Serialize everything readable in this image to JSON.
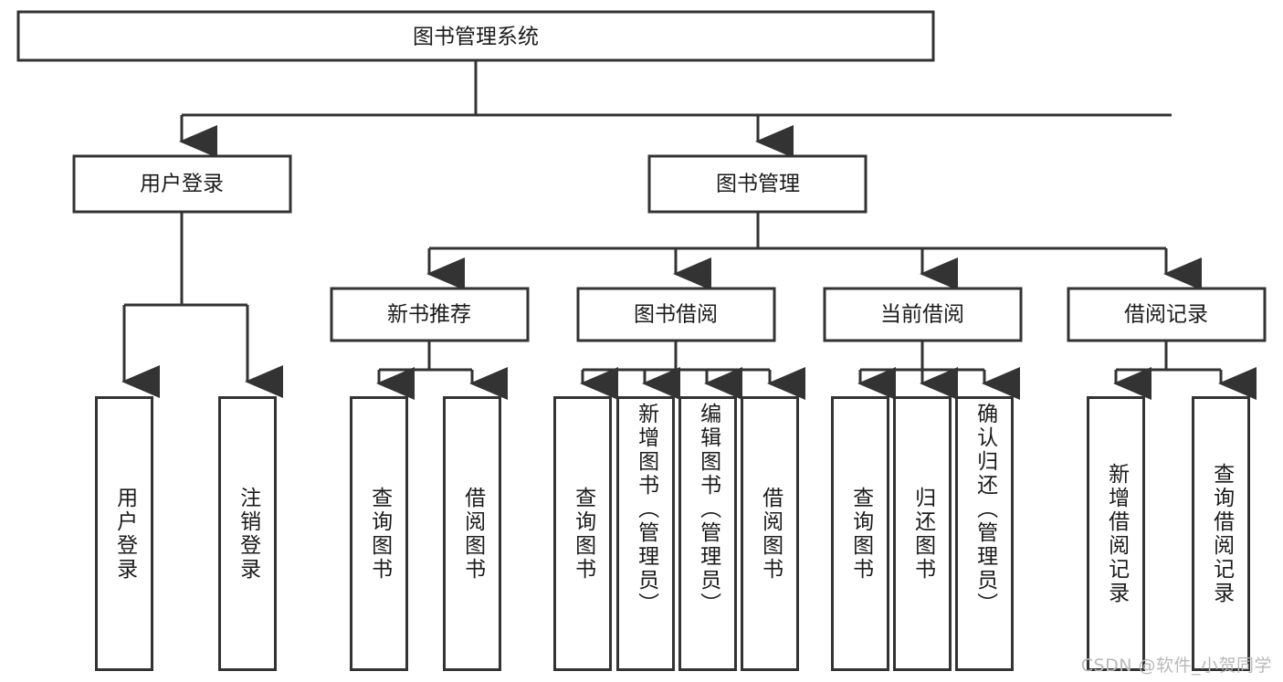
{
  "diagram": {
    "title": "图书管理系统",
    "type": "tree",
    "orientation": "top-down",
    "colors": {
      "stroke": "#333333",
      "fill": "#ffffff",
      "text": "#1b1b1b",
      "background": "#ffffff",
      "watermark": "#b9b9b9"
    },
    "levels": {
      "root": {
        "label": "图书管理系统"
      },
      "level2": [
        {
          "label": "用户登录"
        },
        {
          "label": "图书管理"
        }
      ],
      "level3": [
        {
          "label": "新书推荐"
        },
        {
          "label": "图书借阅"
        },
        {
          "label": "当前借阅"
        },
        {
          "label": "借阅记录"
        }
      ]
    },
    "leaves": {
      "user_login": [
        {
          "label": "用户登录"
        },
        {
          "label": "注销登录"
        }
      ],
      "new_book": [
        {
          "label": "查询图书"
        },
        {
          "label": "借阅图书"
        }
      ],
      "book_borrow": [
        {
          "label": "查询图书"
        },
        {
          "label": "新增图书（管理员）"
        },
        {
          "label": "编辑图书（管理员）"
        },
        {
          "label": "借阅图书"
        }
      ],
      "current_borrow": [
        {
          "label": "查询图书"
        },
        {
          "label": "归还图书"
        },
        {
          "label": "确认归还（管理员）"
        }
      ],
      "borrow_record": [
        {
          "label": "新增借阅记录"
        },
        {
          "label": "查询借阅记录"
        }
      ]
    }
  },
  "watermark": {
    "text": "CSDN @软件_小贺同学"
  }
}
